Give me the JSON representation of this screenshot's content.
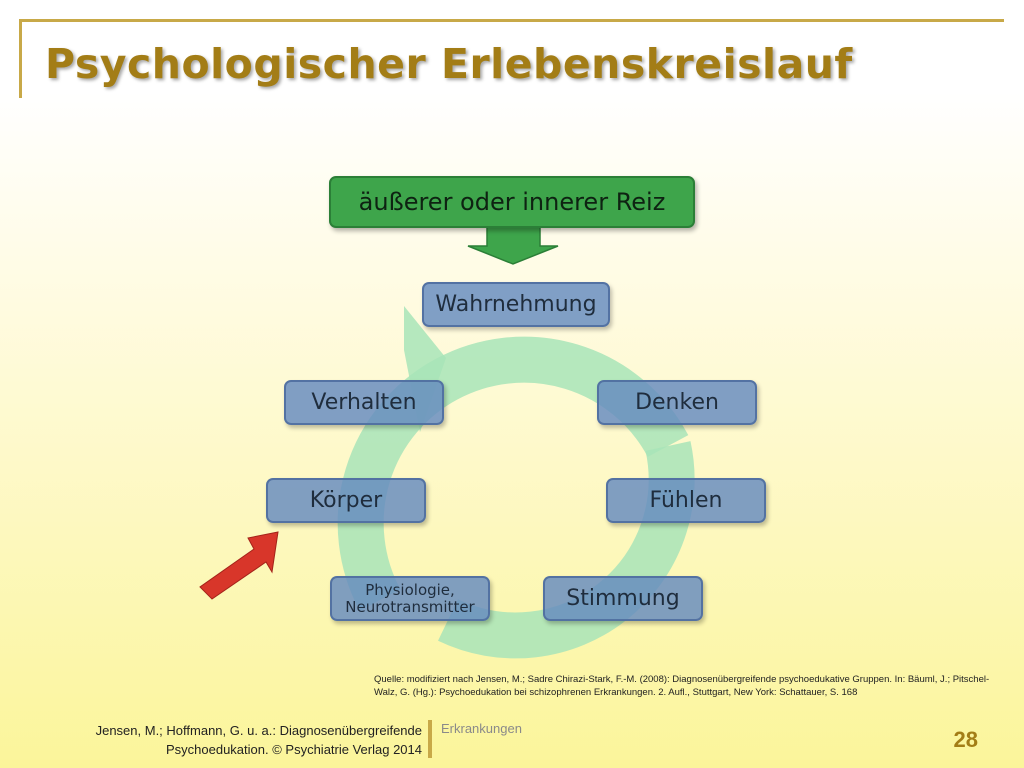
{
  "title": "Psychologischer Erlebenskreislauf",
  "diagram": {
    "stimulus": "äußerer oder innerer Reiz",
    "nodes": {
      "wahrnehmung": "Wahrnehmung",
      "denken": "Denken",
      "fuehlen": "Fühlen",
      "stimmung": "Stimmung",
      "physiologie_line1": "Physiologie,",
      "physiologie_line2": "Neurotransmitter",
      "koerper": "Körper",
      "verhalten": "Verhalten"
    },
    "colors": {
      "stimulus": "#3ea54b",
      "node": "#648ac0",
      "cycle_arrow": "#a8e4b8",
      "intervention_arrow": "#d8362a"
    }
  },
  "source": "Quelle: modifiziert nach Jensen, M.; Sadre Chirazi-Stark, F.-M. (2008): Diagnosenübergreifende psychoedukative Gruppen. In: Bäuml, J.; Pitschel-Walz, G. (Hg.): Psychoedukation bei schizophrenen Erkrankungen. 2. Aufl., Stuttgart, New York: Schattauer, S. 168",
  "footer": {
    "reference_line1": "Jensen, M.; Hoffmann, G. u. a.:  Diagnosenübergreifende",
    "reference_line2": "Psychoedukation. © Psychiatrie Verlag 2014",
    "section": "Erkrankungen",
    "page": "28"
  }
}
